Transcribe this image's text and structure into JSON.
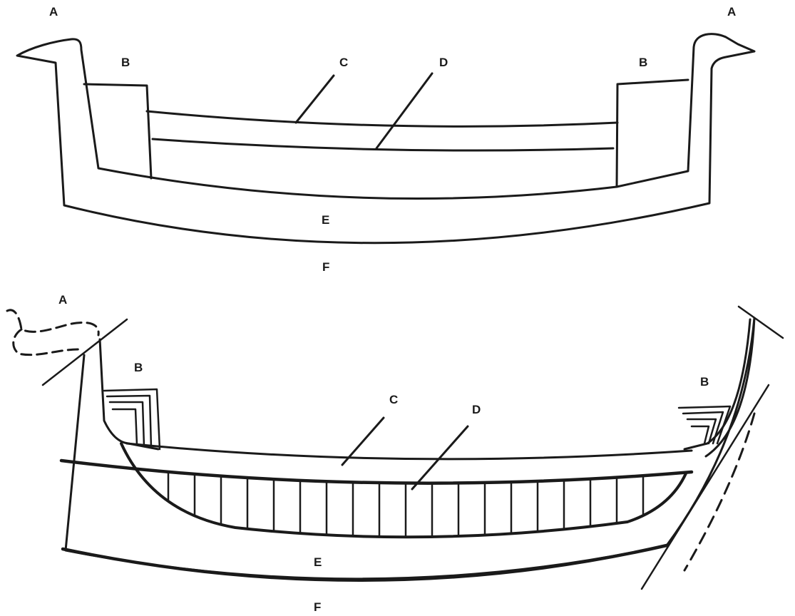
{
  "diagrams": [
    {
      "labels": {
        "a_left": "A",
        "a_right": "A",
        "b_left": "B",
        "b_right": "B",
        "c": "C",
        "d": "D",
        "e": "E",
        "f": "F"
      }
    },
    {
      "labels": {
        "a_left": "A",
        "b_left": "B",
        "b_right": "B",
        "c": "C",
        "d": "D",
        "e": "E",
        "f": "F"
      }
    }
  ],
  "colors": {
    "ink": "#1a1a1a",
    "background": "#ffffff"
  }
}
